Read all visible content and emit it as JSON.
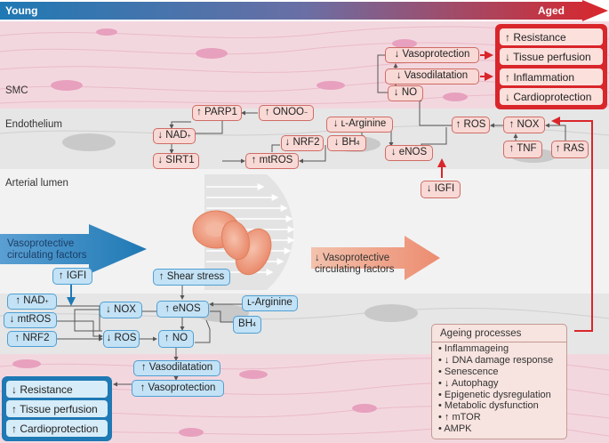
{
  "header": {
    "young": "Young",
    "aged": "Aged"
  },
  "layers": {
    "smc": "SMC",
    "endothelium": "Endothelium",
    "lumen": "Arterial lumen"
  },
  "aged_nodes": {
    "parp1": "↑ PARP1",
    "onoo": "↑ ONOO",
    "onoo_sup": "−",
    "nad_down": "↓ NAD",
    "nad_sup": "+",
    "sirt1_down": "↓ SIRT1",
    "mtros_up": "↑ mtROS",
    "l_arginine_down": "↓ ʟ-Arginine",
    "nrf2_down": "↓ NRF2",
    "bh4_down": "↓ BH",
    "bh4_sub": "4",
    "enos_down": "↓ eNOS",
    "no_down": "↓ NO",
    "vasodilatation_down": "↓ Vasodilatation",
    "vasoprotection_down": "↓ Vasoprotection",
    "ros_up": "↑ ROS",
    "nox_up": "↑ NOX",
    "tnf_up": "↑ TNF",
    "ras_up": "↑ RAS",
    "igf1_down": "↓ IGFI"
  },
  "aged_outcomes": [
    "↑ Resistance",
    "↓ Tissue perfusion",
    "↑ Inflammation",
    "↓ Cardioprotection"
  ],
  "young_nodes": {
    "igf1_up": "↑ IGFI",
    "shear_stress": "↑ Shear stress",
    "nad_up": "↑ NAD",
    "nad_sup": "+",
    "mtros_down": "↓ mtROS",
    "nrf2_up": "↑ NRF2",
    "nox_down": "↓ NOX",
    "ros_down": "↓ ROS",
    "enos_up": "↑ eNOS",
    "no_up": "↑ NO",
    "l_arginine": "ʟ-Arginine",
    "bh4": "BH",
    "bh4_sub": "4",
    "vasodilatation_up": "↑ Vasodilatation",
    "vasoprotection_up": "↑ Vasoprotection"
  },
  "young_outcomes": [
    "↓ Resistance",
    "↑ Tissue perfusion",
    "↑ Cardioprotection"
  ],
  "circulating": {
    "young_label": "Vasoprotective\ncirculating factors",
    "aged_label": "↓ Vasoprotective\ncirculating factors"
  },
  "ageing": {
    "title": "Ageing processes",
    "items": [
      "Inflammageing",
      "↓ DNA damage response",
      "Senescence",
      "↓ Autophagy",
      "Epigenetic dysregulation",
      "Metabolic dysfunction",
      "↑ mTOR",
      "AMPK"
    ]
  },
  "colors": {
    "young_blue": "#1f79b4",
    "aged_red": "#d9262b",
    "pink_fill": "#f8d9d5",
    "blue_fill": "#c3e2f5",
    "smc_tissue": "#f3d7df"
  }
}
